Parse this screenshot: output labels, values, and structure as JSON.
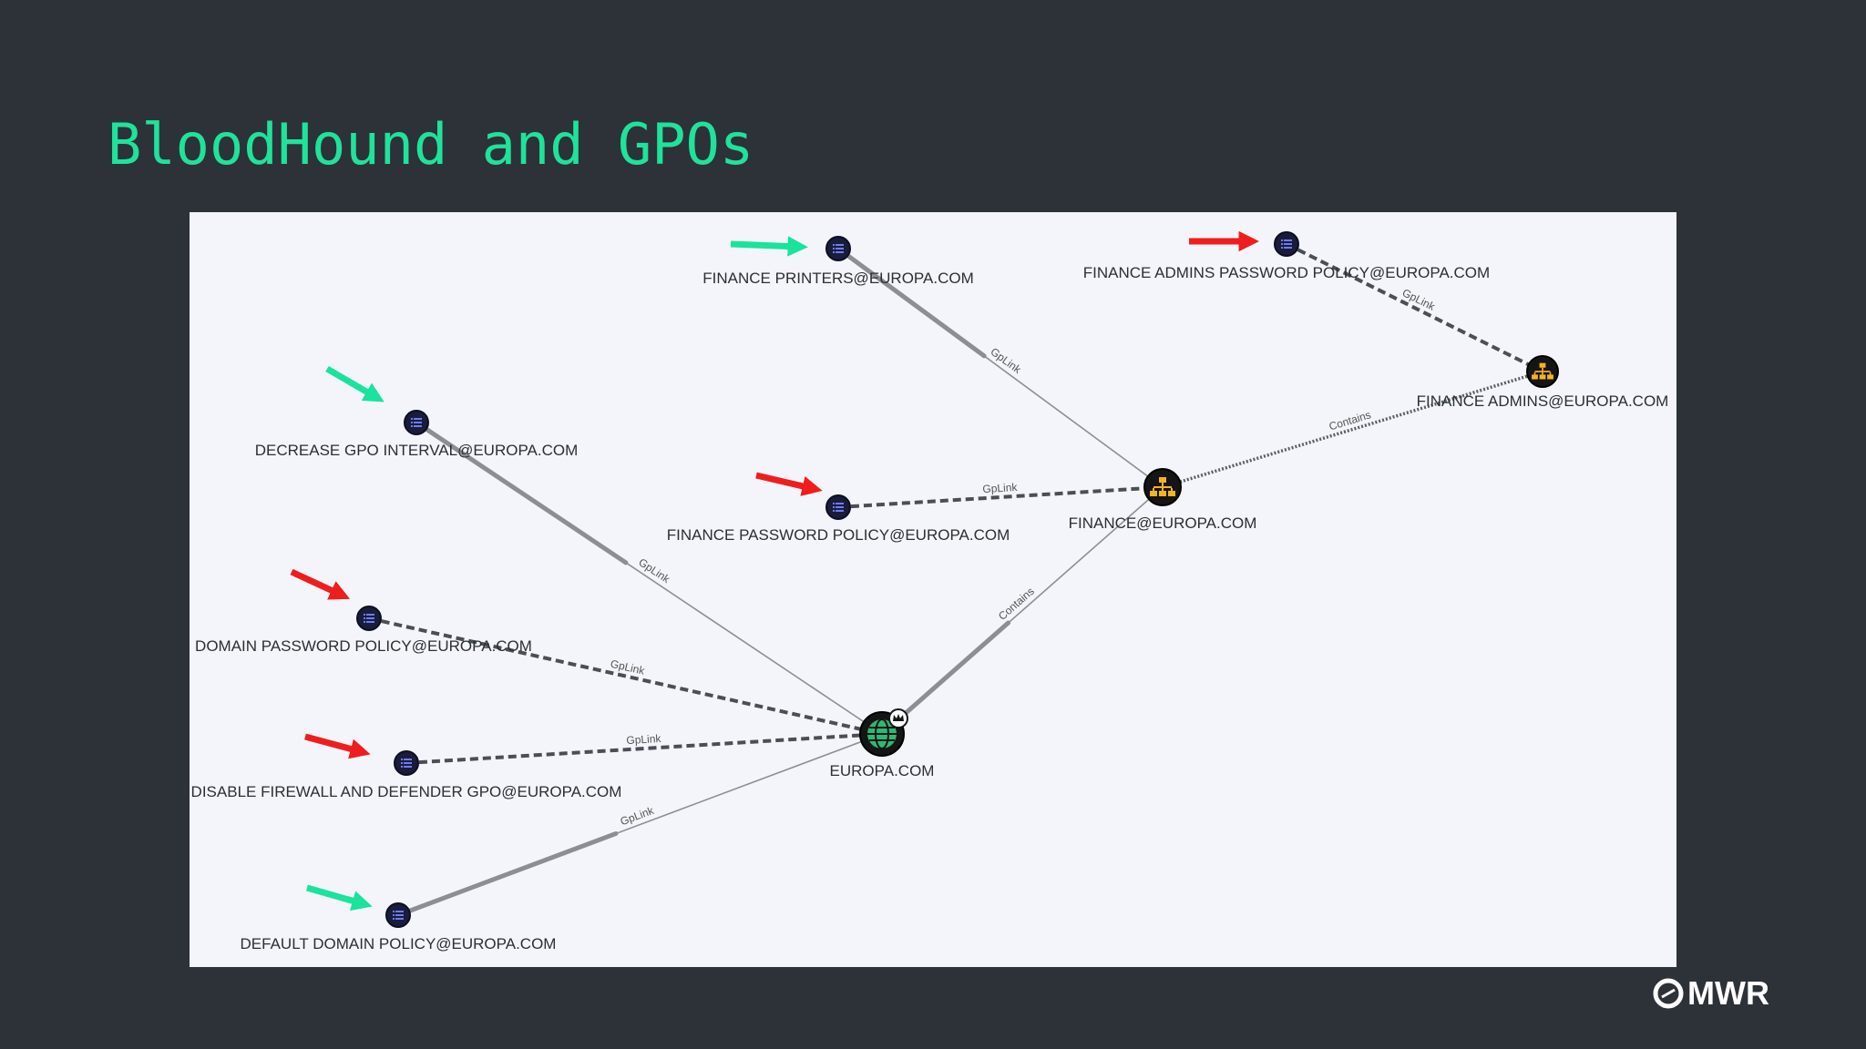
{
  "slide": {
    "title": "BloodHound and GPOs"
  },
  "graph": {
    "nodes": [
      {
        "id": "finance_printers",
        "label": "FINANCE PRINTERS@EUROPA.COM",
        "kind": "gpo",
        "marker": "green"
      },
      {
        "id": "finance_admins_pw",
        "label": "FINANCE ADMINS PASSWORD POLICY@EUROPA.COM",
        "kind": "gpo",
        "marker": "red"
      },
      {
        "id": "finance_admins",
        "label": "FINANCE ADMINS@EUROPA.COM",
        "kind": "ou"
      },
      {
        "id": "decrease_gpo",
        "label": "DECREASE GPO INTERVAL@EUROPA.COM",
        "kind": "gpo",
        "marker": "green"
      },
      {
        "id": "finance_pw",
        "label": "FINANCE PASSWORD POLICY@EUROPA.COM",
        "kind": "gpo",
        "marker": "red"
      },
      {
        "id": "finance",
        "label": "FINANCE@EUROPA.COM",
        "kind": "ou"
      },
      {
        "id": "domain_pw",
        "label": "DOMAIN PASSWORD POLICY@EUROPA.COM",
        "kind": "gpo",
        "marker": "red"
      },
      {
        "id": "disable_fw",
        "label": "DISABLE FIREWALL AND DEFENDER GPO@EUROPA.COM",
        "kind": "gpo",
        "marker": "red"
      },
      {
        "id": "europa",
        "label": "EUROPA.COM",
        "kind": "domain"
      },
      {
        "id": "default_domain",
        "label": "DEFAULT DOMAIN POLICY@EUROPA.COM",
        "kind": "gpo",
        "marker": "green"
      }
    ],
    "edges": [
      {
        "from": "finance_printers",
        "to": "finance",
        "label": "GpLink",
        "style": "solid"
      },
      {
        "from": "finance_admins_pw",
        "to": "finance_admins",
        "label": "GpLink",
        "style": "dashed"
      },
      {
        "from": "finance",
        "to": "finance_admins",
        "label": "Contains",
        "style": "dotted"
      },
      {
        "from": "finance_pw",
        "to": "finance",
        "label": "GpLink",
        "style": "dashed"
      },
      {
        "from": "europa",
        "to": "finance",
        "label": "Contains",
        "style": "solid"
      },
      {
        "from": "decrease_gpo",
        "to": "europa",
        "label": "GpLink",
        "style": "solid"
      },
      {
        "from": "domain_pw",
        "to": "europa",
        "label": "GpLink",
        "style": "dashed"
      },
      {
        "from": "disable_fw",
        "to": "europa",
        "label": "GpLink",
        "style": "dashed"
      },
      {
        "from": "default_domain",
        "to": "europa",
        "label": "GpLink",
        "style": "solid"
      }
    ]
  },
  "colors": {
    "background": "#2d3138",
    "title": "#1fe29b",
    "panel": "#f3f5fa",
    "green_marker": "#19e39c",
    "red_marker": "#ef1d1d",
    "gpo_node": "#191c3b",
    "ou_node": "#f5b324",
    "domain_node": "#2eb872"
  },
  "logo": {
    "text": "MWR",
    "icon": "mwr-swirl-icon"
  }
}
